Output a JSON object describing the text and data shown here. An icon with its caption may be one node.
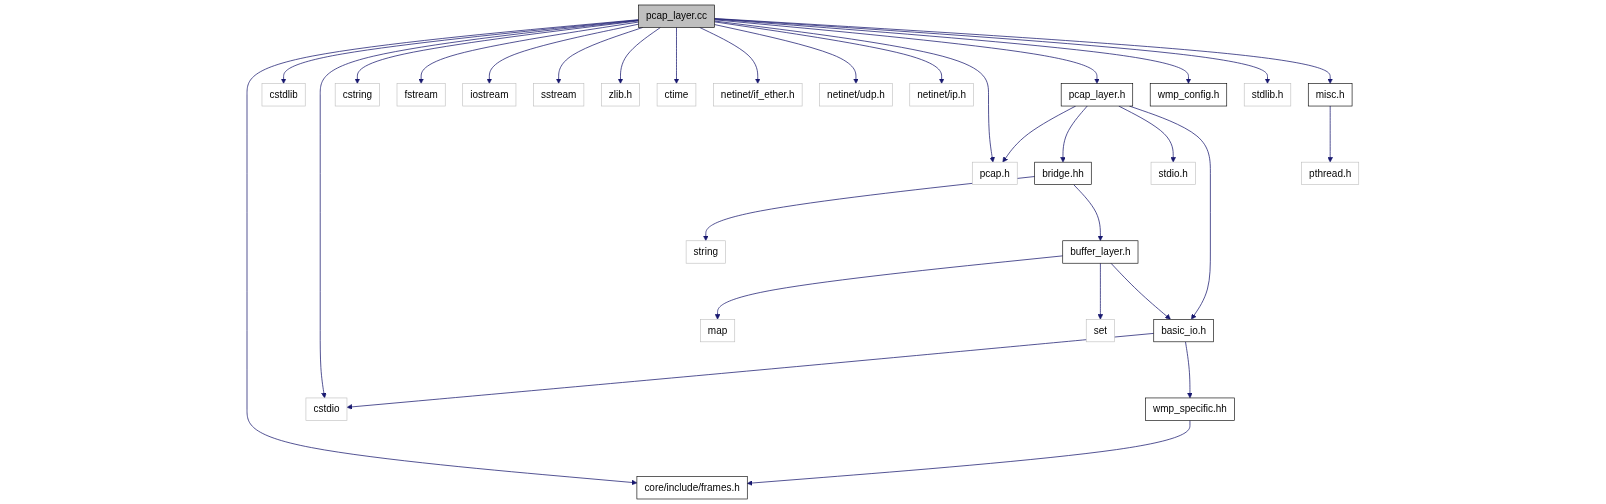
{
  "diagram": {
    "nodes": [
      {
        "text": [
          "pcap_layer.cc"
        ]
      },
      {
        "text": [
          "cstdlib"
        ]
      },
      {
        "text": [
          "cstring"
        ]
      },
      {
        "text": [
          "fstream"
        ]
      },
      {
        "text": [
          "iostream"
        ]
      },
      {
        "text": [
          "sstream"
        ]
      },
      {
        "text": [
          "zlib.h"
        ]
      },
      {
        "text": [
          "ctime"
        ]
      },
      {
        "text": [
          "netinet/if_ether.h"
        ]
      },
      {
        "text": [
          "netinet/udp.h"
        ]
      },
      {
        "text": [
          "netinet/ip.h"
        ]
      },
      {
        "text": [
          "pcap_layer.h"
        ]
      },
      {
        "text": [
          "wmp_config.h"
        ]
      },
      {
        "text": [
          "stdlib.h"
        ]
      },
      {
        "text": [
          "misc.h"
        ]
      },
      {
        "text": [
          "pcap.h"
        ]
      },
      {
        "text": [
          "bridge.hh"
        ]
      },
      {
        "text": [
          "stdio.h"
        ]
      },
      {
        "text": [
          "pthread.h"
        ]
      },
      {
        "text": [
          "string"
        ]
      },
      {
        "text": [
          "buffer_layer.h"
        ]
      },
      {
        "text": [
          "map"
        ]
      },
      {
        "text": [
          "set"
        ]
      },
      {
        "text": [
          "basic_io.h"
        ]
      },
      {
        "text": [
          "cstdio"
        ]
      },
      {
        "text": [
          "wmp_specific.hh"
        ]
      },
      {
        "text": [
          "core/include/frames.h"
        ]
      }
    ],
    "edges": [
      {
        "from": 0,
        "to": 26,
        "arrow": "to"
      },
      {
        "from": 0,
        "to": 1,
        "arrow": "to"
      },
      {
        "from": 0,
        "to": 24,
        "arrow": "to"
      },
      {
        "from": 0,
        "to": 2,
        "arrow": "to"
      },
      {
        "from": 0,
        "to": 3,
        "arrow": "to"
      },
      {
        "from": 0,
        "to": 4,
        "arrow": "to"
      },
      {
        "from": 0,
        "to": 5,
        "arrow": "to"
      },
      {
        "from": 0,
        "to": 6,
        "arrow": "to"
      },
      {
        "from": 0,
        "to": 7,
        "arrow": "to"
      },
      {
        "from": 0,
        "to": 8,
        "arrow": "to"
      },
      {
        "from": 0,
        "to": 9,
        "arrow": "to"
      },
      {
        "from": 0,
        "to": 10,
        "arrow": "to"
      },
      {
        "from": 0,
        "to": 15,
        "arrow": "to"
      },
      {
        "from": 0,
        "to": 11,
        "arrow": "to"
      },
      {
        "from": 0,
        "to": 12,
        "arrow": "to"
      },
      {
        "from": 0,
        "to": 13,
        "arrow": "to"
      },
      {
        "from": 0,
        "to": 14,
        "arrow": "to"
      },
      {
        "from": 11,
        "to": 15,
        "arrow": "to"
      },
      {
        "from": 11,
        "to": 16,
        "arrow": "to"
      },
      {
        "from": 11,
        "to": 17,
        "arrow": "to"
      },
      {
        "from": 11,
        "to": 23,
        "arrow": "to"
      },
      {
        "from": 14,
        "to": 18,
        "arrow": "to"
      },
      {
        "from": 16,
        "to": 19,
        "arrow": "to"
      },
      {
        "from": 16,
        "to": 20,
        "arrow": "to"
      },
      {
        "from": 20,
        "to": 21,
        "arrow": "to"
      },
      {
        "from": 20,
        "to": 22,
        "arrow": "to"
      },
      {
        "from": 20,
        "to": 23,
        "arrow": "to"
      },
      {
        "from": 23,
        "to": 24,
        "arrow": "to"
      },
      {
        "from": 23,
        "to": 25,
        "arrow": "to"
      },
      {
        "from": 25,
        "to": 26,
        "arrow": "to"
      }
    ]
  }
}
